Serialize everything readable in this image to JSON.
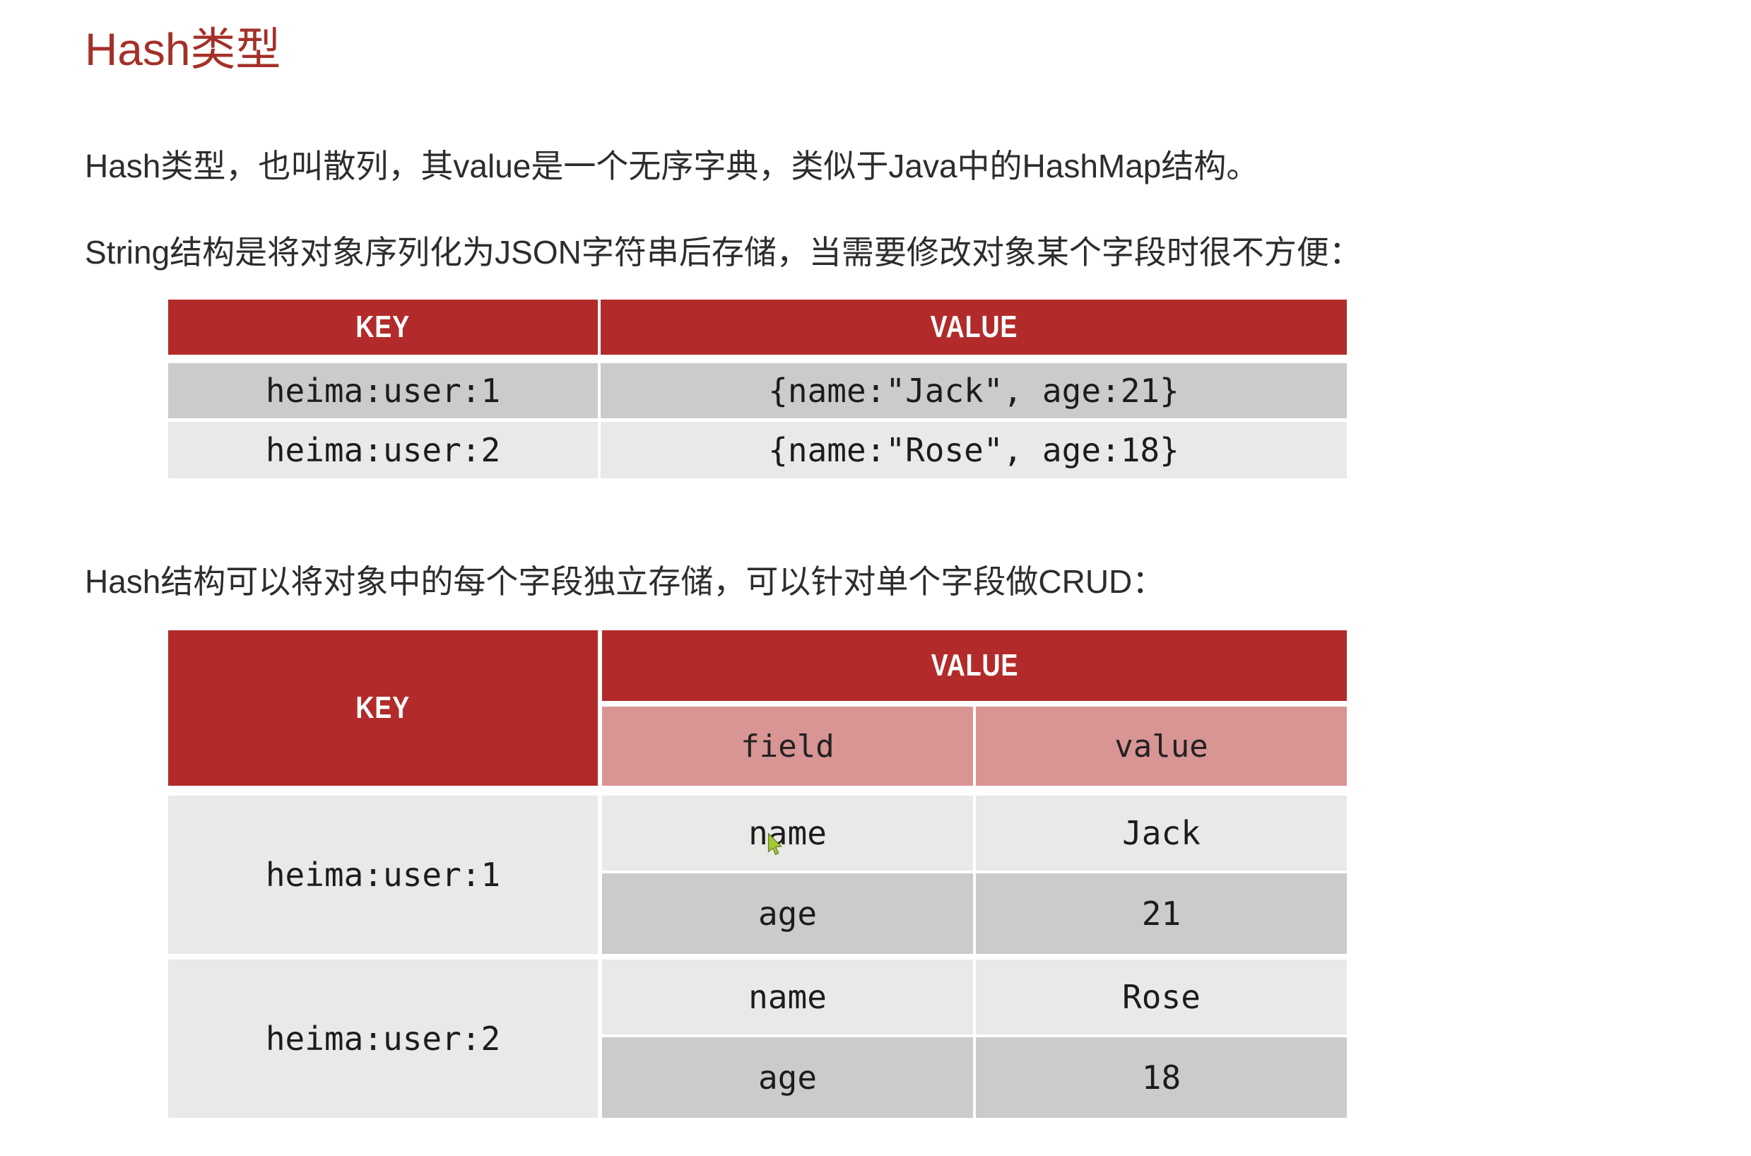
{
  "page": {
    "title": "Hash类型",
    "paragraph_intro": "Hash类型，也叫散列，其value是一个无序字典，类似于Java中的HashMap结构。",
    "paragraph_string": "String结构是将对象序列化为JSON字符串后存储，当需要修改对象某个字段时很不方便：",
    "paragraph_hash": "Hash结构可以将对象中的每个字段独立存储，可以针对单个字段做CRUD："
  },
  "string_table": {
    "key_header": "KEY",
    "value_header": "VALUE",
    "rows": [
      {
        "key": "heima:user:1",
        "value": "{name:\"Jack\", age:21}"
      },
      {
        "key": "heima:user:2",
        "value": "{name:\"Rose\", age:18}"
      }
    ]
  },
  "hash_table": {
    "key_header": "KEY",
    "value_header": "VALUE",
    "field_column_header": "field",
    "value_column_header": "value",
    "groups": [
      {
        "key": "heima:user:1",
        "fields": [
          {
            "field": "name",
            "value": "Jack"
          },
          {
            "field": "age",
            "value": "21"
          }
        ]
      },
      {
        "key": "heima:user:2",
        "fields": [
          {
            "field": "name",
            "value": "Rose"
          },
          {
            "field": "age",
            "value": "18"
          }
        ]
      }
    ]
  },
  "colors": {
    "title_red": "#a43029",
    "header_red": "#b22b2a",
    "sub_pink": "#d99494",
    "row_dark": "#cbcbc9",
    "row_light": "#e9e9e8",
    "cursor_green": "#a4c639"
  },
  "cursor": {
    "icon": "green-arrow-cursor"
  }
}
